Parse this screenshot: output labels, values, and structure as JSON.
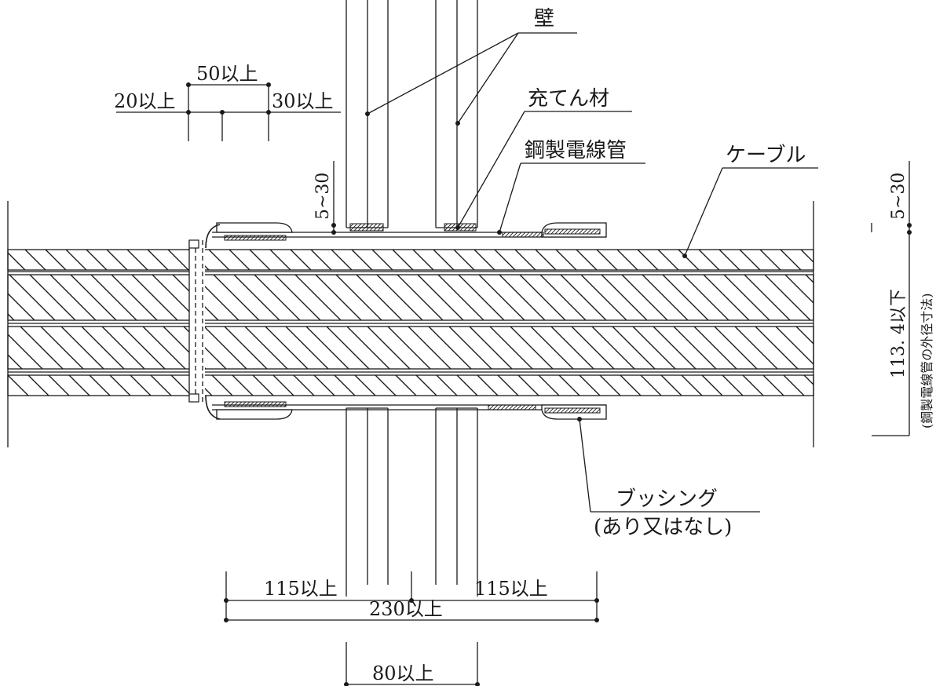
{
  "labels": {
    "wall": "壁",
    "filler": "充てん材",
    "conduit": "鋼製電線管",
    "cable": "ケーブル",
    "bushing": "ブッシング",
    "bushing_note": "(あり又はなし)"
  },
  "dimensions": {
    "top_total": "50以上",
    "top_left": "20以上",
    "top_right": "30以上",
    "gap_left": "5~30",
    "gap_right": "5~30",
    "outer_diameter": "113. 4以下",
    "outer_diameter_note": "(鋼製電線管の外径寸法)",
    "left_length": "115以上",
    "right_length": "115以上",
    "total_length": "230以上",
    "wall_thickness": "80以上"
  }
}
